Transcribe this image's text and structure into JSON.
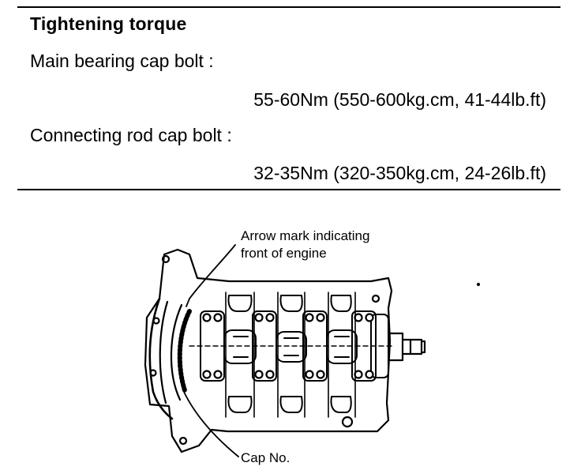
{
  "spec": {
    "heading": "Tightening torque",
    "main_bearing": {
      "label": "Main bearing cap bolt :",
      "value": "55-60Nm (550-600kg.cm, 41-44lb.ft)"
    },
    "connecting_rod": {
      "label": "Connecting rod cap bolt :",
      "value": "32-35Nm (320-350kg.cm, 24-26lb.ft)"
    }
  },
  "figure": {
    "callouts": {
      "arrow_mark_line1": "Arrow mark indicating",
      "arrow_mark_line2": "front of engine",
      "cap_no": "Cap No."
    }
  }
}
